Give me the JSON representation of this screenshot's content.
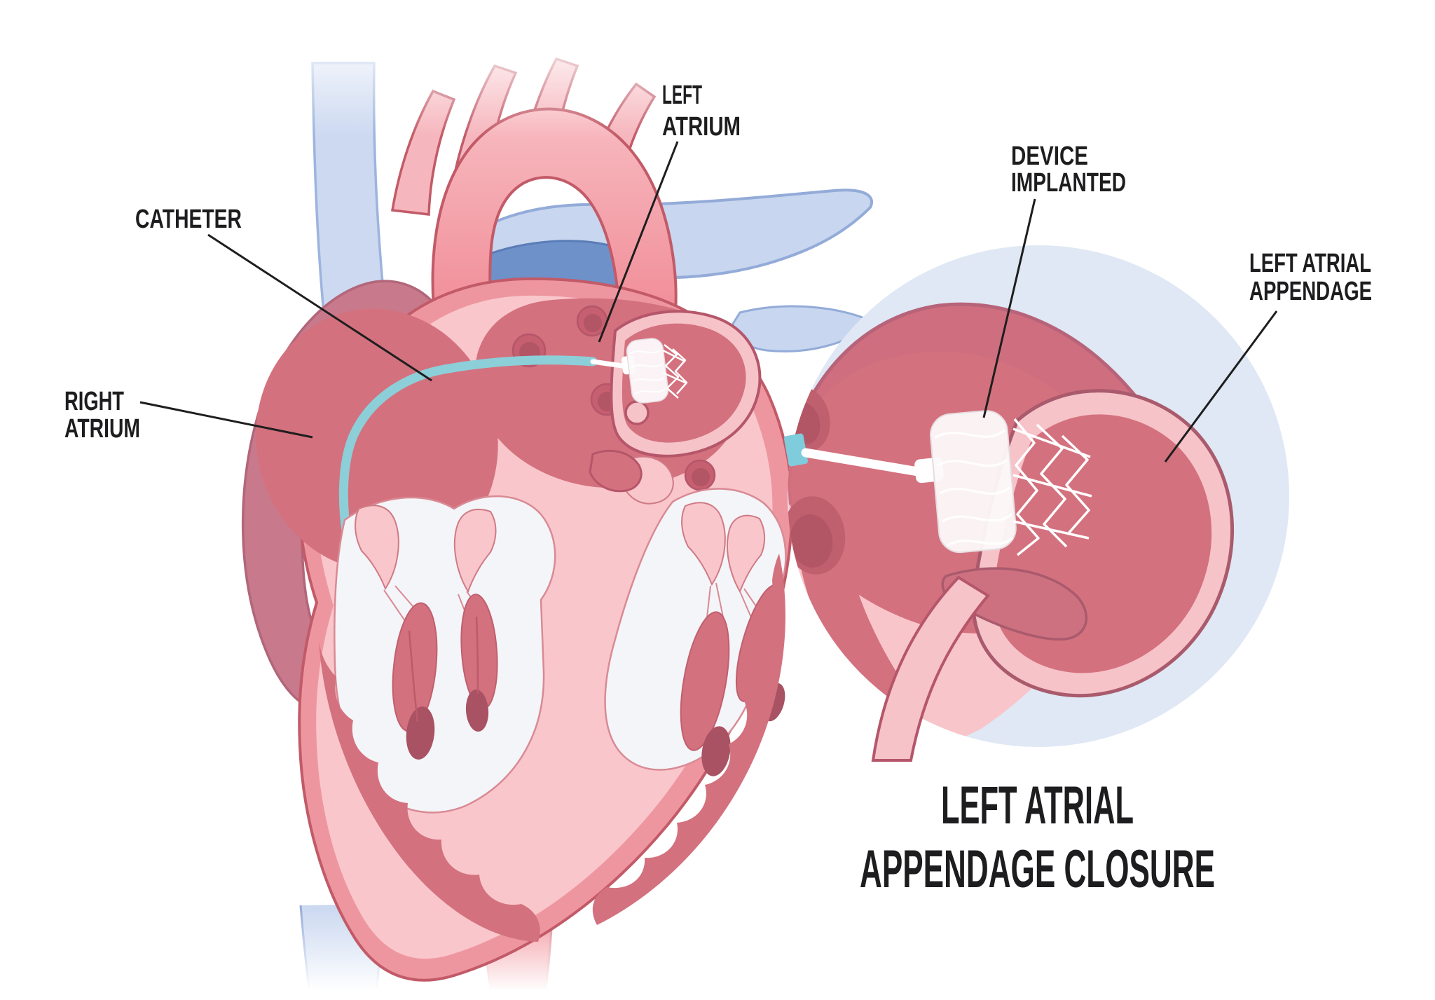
{
  "diagram": {
    "title": {
      "line1": "LEFT ATRIAL",
      "line2": "APPENDAGE CLOSURE"
    },
    "labels": {
      "catheter": {
        "text": "CATHETER"
      },
      "right_atrium": {
        "line1": "RIGHT",
        "line2": "ATRIUM"
      },
      "left_atrium": {
        "line1": "LEFT",
        "line2": "ATRIUM"
      },
      "device_implanted": {
        "line1": "DEVICE",
        "line2": "IMPLANTED"
      },
      "left_atrial_appendage": {
        "line1": "LEFT ATRIAL",
        "line2": "APPENDAGE"
      }
    },
    "palette": {
      "background": "#ffffff",
      "text": "#1d1d1f",
      "leader_line": "#1e1e1e",
      "heart_wall": "#ee96a0",
      "heart_wall_outline": "#c25a68",
      "inner_wall": "#f9c6cb",
      "chamber_rose": "#d4717e",
      "chamber_dark": "#a85263",
      "ostium": "#c65f6f",
      "pericardium": "#c8798c",
      "vein_blue": "#c8d6ef",
      "vein_blue_outline": "#93abd8",
      "vein_blue_dark": "#6e91c9",
      "aorta_salmon": "#f2929b",
      "catheter_teal": "#8ccfd8",
      "catheter_connector_teal": "#7fccdc",
      "device_white": "#fcf9fa",
      "valve_white": "#f4f5f9",
      "inset_background": "#dfe8f4",
      "inset_band": "#cf6e7f",
      "appendage_rim": "#f6c3c9"
    }
  }
}
